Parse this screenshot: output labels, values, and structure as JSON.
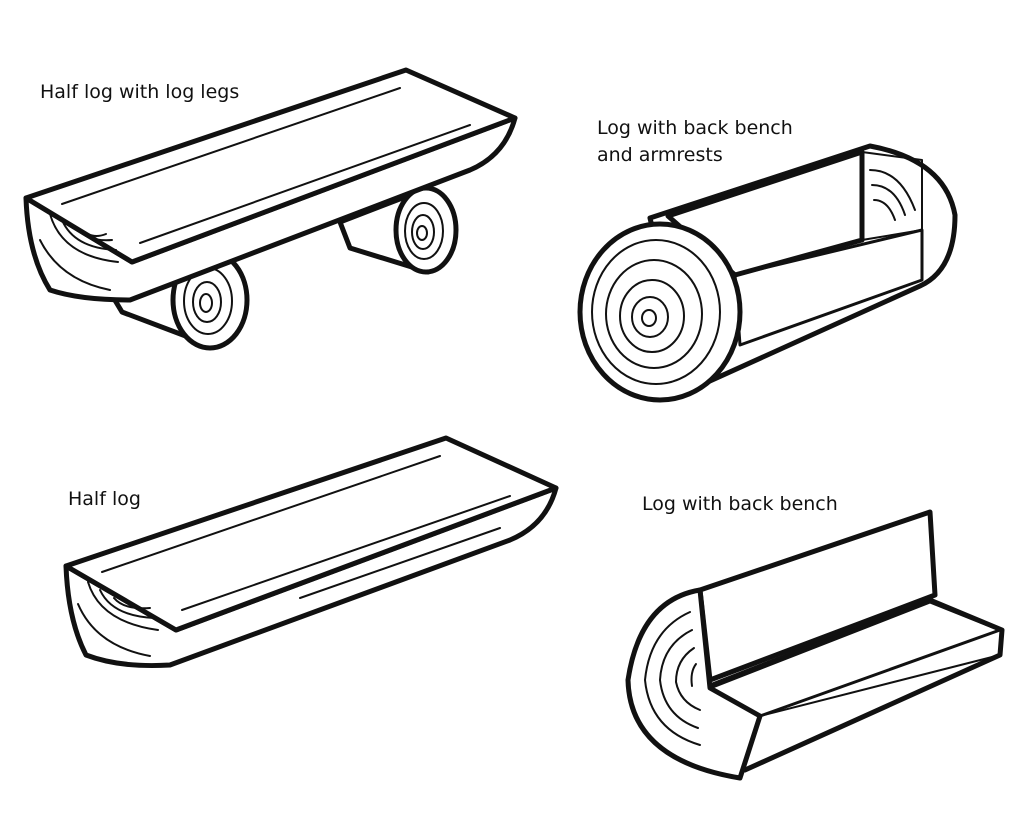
{
  "benches": [
    {
      "caption_lines": [
        "Half log with log legs"
      ]
    },
    {
      "caption_lines": [
        "Log with back bench",
        "and armrests"
      ]
    },
    {
      "caption_lines": [
        "Half log"
      ]
    },
    {
      "caption_lines": [
        "Log with back bench"
      ]
    }
  ]
}
